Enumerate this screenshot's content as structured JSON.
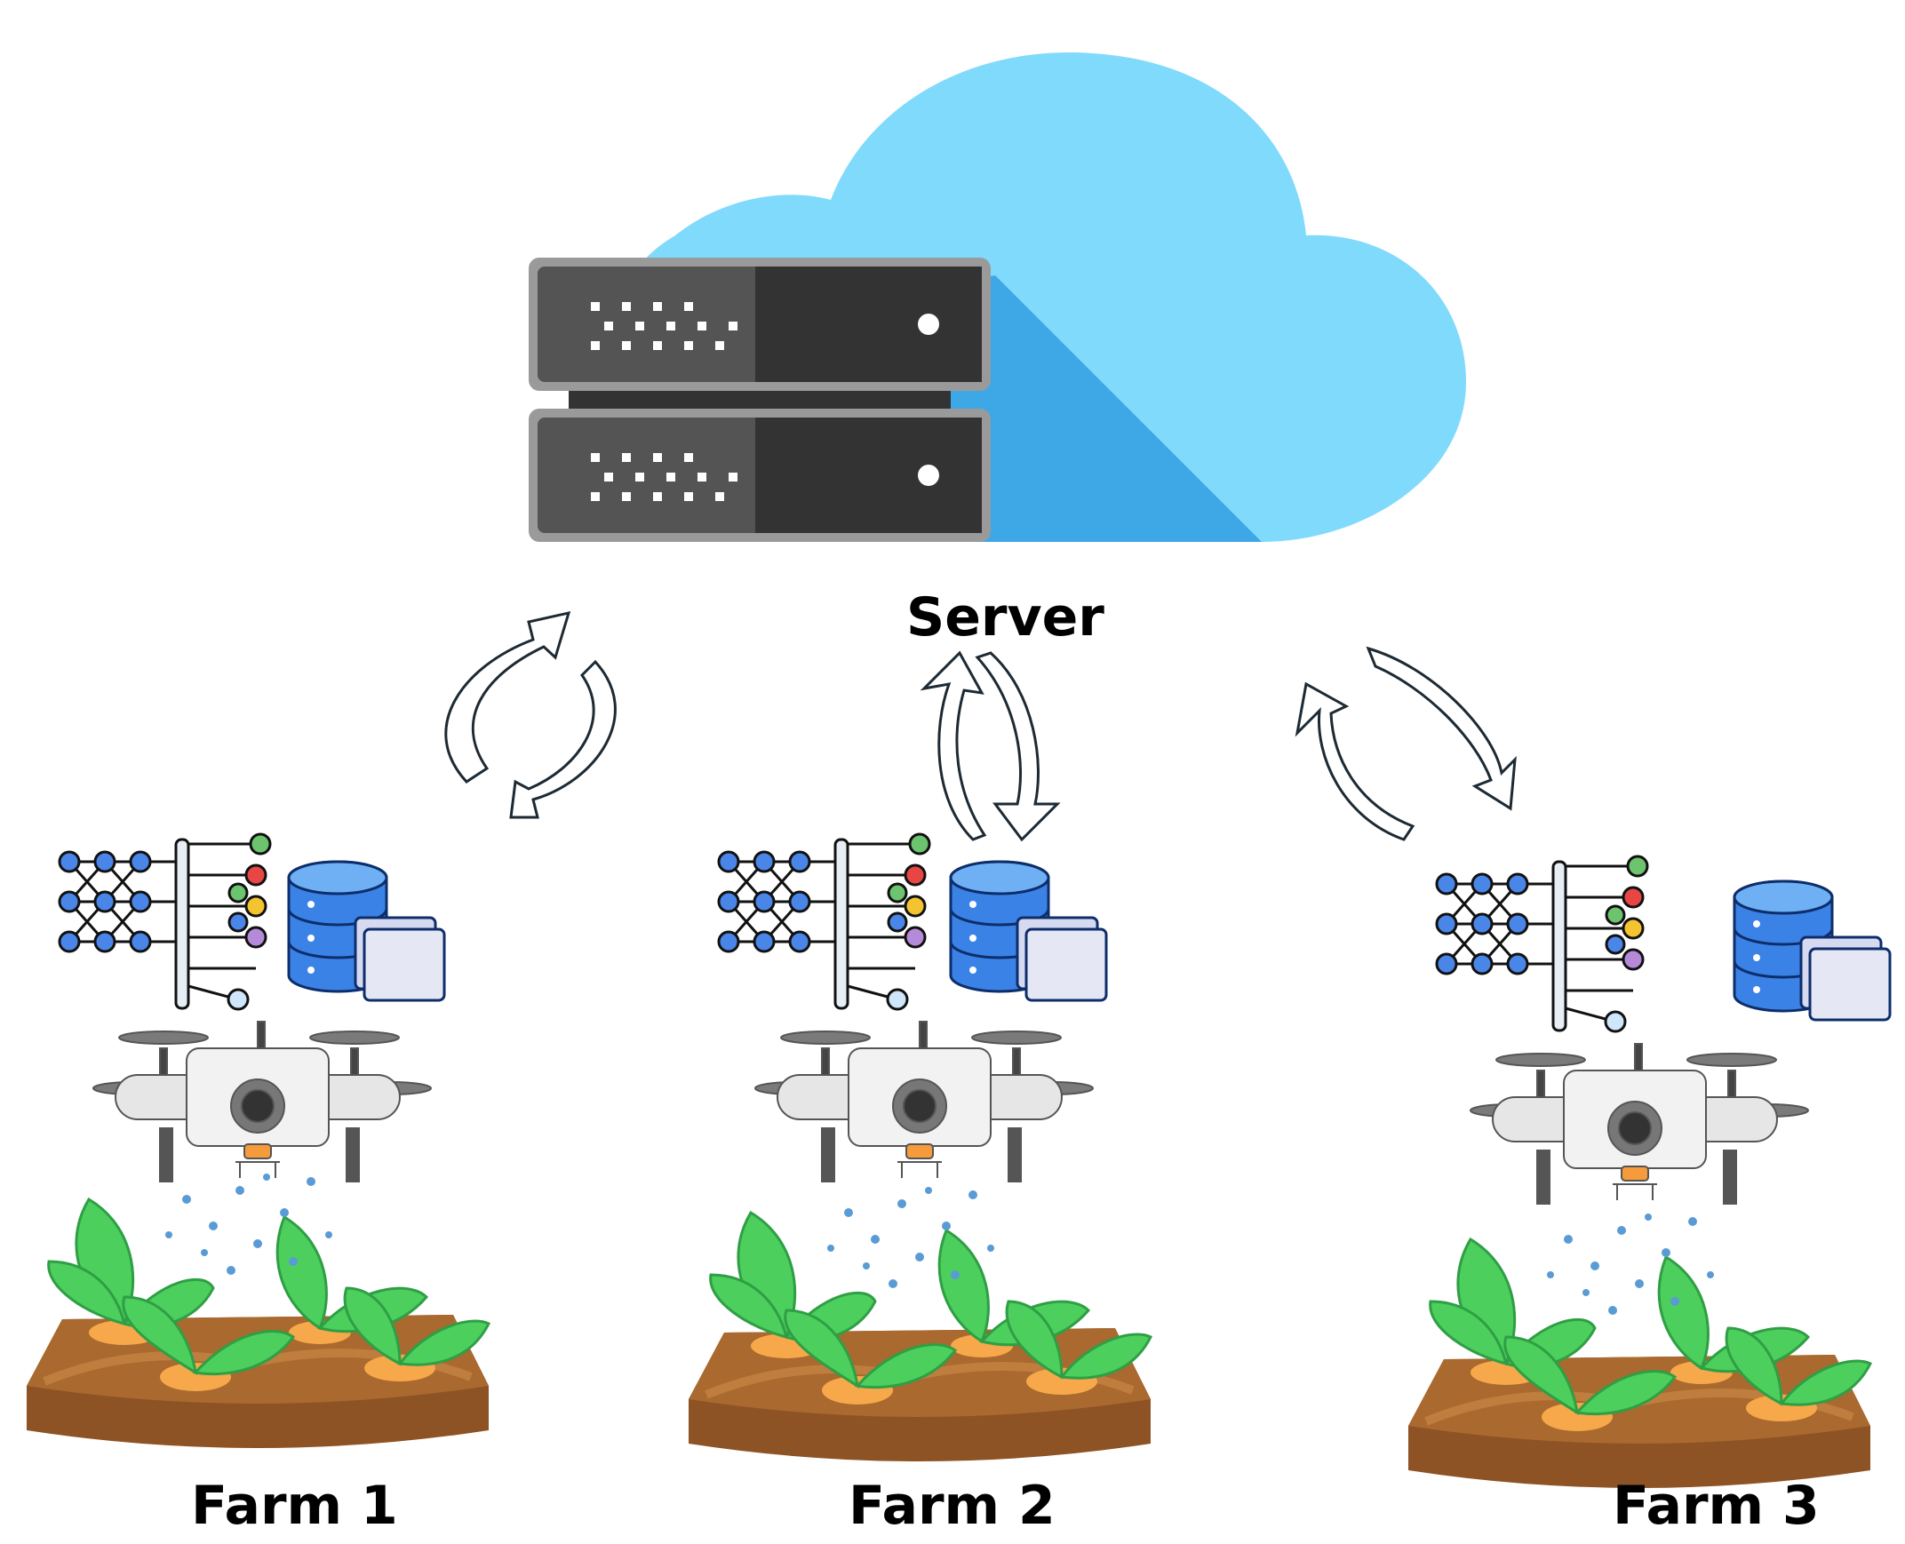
{
  "labels": {
    "server": "Server",
    "farms": [
      "Farm 1",
      "Farm 2",
      "Farm 3"
    ]
  },
  "colors": {
    "cloud_light": "#80dafc",
    "cloud_shadow": "#3ea8e6",
    "server_body": "#545454",
    "server_dark": "#333333",
    "server_border": "#9a9a9a",
    "neural_node": "#4a86e8",
    "database_blue": "#3b82e6",
    "folder": "#e5e7f5",
    "leaf_green": "#4ccf5c",
    "soil_brown": "#a9692f",
    "carrot_orange": "#f6a84a",
    "water_drop": "#5a9bd5"
  },
  "icons": {
    "cloud": "cloud-icon",
    "server": "server-rack-icon",
    "sync": "bidirectional-sync-arrows-icon",
    "model": "neural-network-icon",
    "data": "database-icon",
    "drone": "spraying-drone-icon",
    "field": "crop-field-icon"
  }
}
